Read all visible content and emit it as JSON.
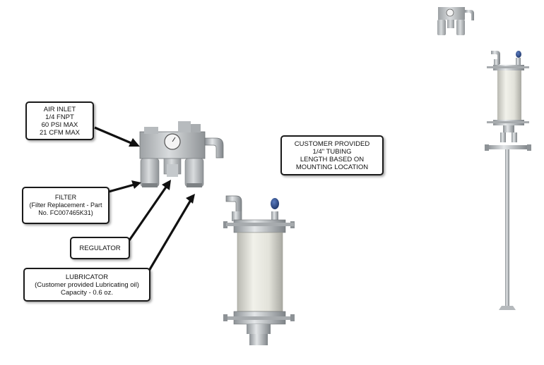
{
  "callouts": {
    "air_inlet": [
      "AIR INLET",
      "1/4 FNPT",
      "60 PSI MAX",
      "21 CFM MAX"
    ],
    "filter": [
      "FILTER",
      "(Filter Replacement - Part",
      "No. FC007465K31)"
    ],
    "regulator": [
      "REGULATOR"
    ],
    "lubricator": [
      "LUBRICATOR",
      "(Customer provided Lubricating oil)",
      "Capacity - 0.6 oz."
    ],
    "tubing": [
      "CUSTOMER PROVIDED",
      "1/4\" TUBING",
      "LENGTH BASED ON",
      "MOUNTING LOCATION"
    ]
  },
  "colors": {
    "line": "#1a1a1a",
    "metal": "#c9ccce",
    "metal_dark": "#8c9094",
    "body": "#e4e4dc",
    "cap_blue": "#2f4f8f"
  }
}
